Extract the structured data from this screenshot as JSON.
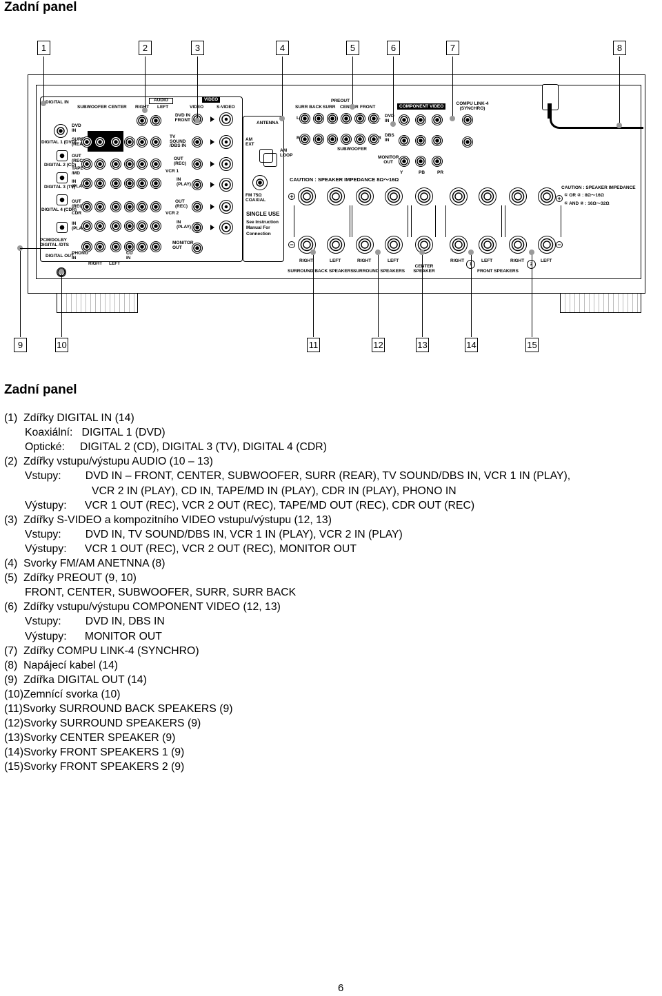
{
  "page_title": "Zadní panel",
  "section_title": "Zadní panel",
  "page_number": "6",
  "callouts_top": [
    "1",
    "2",
    "3",
    "4",
    "5",
    "6",
    "7",
    "8"
  ],
  "callouts_bottom": [
    "9",
    "10",
    "11",
    "12",
    "13",
    "14",
    "15"
  ],
  "panel": {
    "digital_in": "DIGITAL IN",
    "digital_1": "DIGITAL 1 (DVD)",
    "digital_2": "DIGITAL 2 (CD)",
    "digital_3": "DIGITAL 3 (TV)",
    "digital_4": "DIGITAL 4 (CDR)",
    "pcm": "PCM/DOLBY DIGITAL /DTS",
    "digital_out": "DIGITAL OUT",
    "subwoofer": "SUBWOOFER",
    "center": "CENTER",
    "audio": "AUDIO",
    "right": "RIGHT",
    "left": "LEFT",
    "video_tag": "VIDEO",
    "video": "VIDEO",
    "s_video": "S-VIDEO",
    "dvd_in": "DVD IN",
    "surr_rear": "SURR (REAR)",
    "out_rec": "OUT (REC)",
    "tape_md": "TAPE /MD",
    "in_play": "IN (PLAY)",
    "cdr": "CDR",
    "phono_in": "PHONO IN",
    "cd_in": "CD IN",
    "dvd_in_front": "DVD IN FRONT",
    "tv_sound": "TV SOUND /DBS IN",
    "vcr1": "VCR 1",
    "vcr2": "VCR 2",
    "monitor_out": "MONITOR OUT",
    "antenna": "ANTENNA",
    "am_ext": "AM EXT",
    "am_loop": "AM LOOP",
    "fm": "FM 75Ω COAXIAL",
    "single_use": "SINGLE USE",
    "see_instr": "See Instruction Manual For Connection",
    "preout": "PREOUT",
    "surr_back": "SURR BACK",
    "surr": "SURR",
    "front": "FRONT",
    "l": "L",
    "r": "R",
    "component_video": "COMPONENT VIDEO",
    "dvd_in2": "DVD IN",
    "dbs_in": "DBS IN",
    "monitor_out2": "MONITOR OUT",
    "y": "Y",
    "pb": "PB",
    "pr": "PR",
    "compu_link": "COMPU LINK-4 (SYNCHRO)",
    "caution_left": "CAUTION : SPEAKER IMPEDANCE 8Ω～16Ω",
    "caution_right": "CAUTION : SPEAKER IMPEDANCE",
    "caution_right_1": "① OR ② : 8Ω～16Ω",
    "caution_right_2": "① AND ② : 16Ω～32Ω",
    "surround_back_speakers": "SURROUND BACK SPEAKERS",
    "surround_speakers": "SURROUND SPEAKERS",
    "center_speaker": "CENTER SPEAKER",
    "front_speakers": "FRONT SPEAKERS",
    "circ1": "1",
    "circ2": "2"
  },
  "items": [
    {
      "text": "(1)  Zdířky DIGITAL IN (14)",
      "indent": 0
    },
    {
      "text": "Koaxiální:   DIGITAL 1 (DVD)",
      "indent": 30
    },
    {
      "text": "Optické:     DIGITAL 2 (CD), DIGITAL 3 (TV), DIGITAL 4 (CDR)",
      "indent": 30
    },
    {
      "text": "(2)  Zdířky vstupu/výstupu AUDIO (10 – 13)",
      "indent": 0
    },
    {
      "text": "Vstupy:        DVD IN – FRONT, CENTER, SUBWOOFER, SURR (REAR), TV SOUND/DBS IN, VCR 1 IN (PLAY),",
      "indent": 30
    },
    {
      "text": "VCR 2 IN (PLAY), CD IN, TAPE/MD IN (PLAY), CDR IN (PLAY), PHONO IN",
      "indent": 127
    },
    {
      "text": "Výstupy:      VCR 1 OUT (REC), VCR 2 OUT (REC), TAPE/MD OUT (REC), CDR OUT (REC)",
      "indent": 30
    },
    {
      "text": "(3)  Zdířky S-VIDEO a kompozitního VIDEO vstupu/výstupu (12, 13)",
      "indent": 0
    },
    {
      "text": "Vstupy:        DVD IN, TV SOUND/DBS IN, VCR 1 IN (PLAY), VCR 2 IN (PLAY)",
      "indent": 30
    },
    {
      "text": "Výstupy:      VCR 1 OUT (REC), VCR 2 OUT (REC), MONITOR OUT",
      "indent": 30
    },
    {
      "text": "(4)  Svorky FM/AM ANETNNA (8)",
      "indent": 0
    },
    {
      "text": "(5)  Zdířky PREOUT (9, 10)",
      "indent": 0
    },
    {
      "text": "FRONT, CENTER, SUBWOOFER, SURR, SURR BACK",
      "indent": 30
    },
    {
      "text": "(6)  Zdířky vstupu/výstupu COMPONENT VIDEO (12, 13)",
      "indent": 0
    },
    {
      "text": "Vstupy:        DVD IN, DBS IN",
      "indent": 30
    },
    {
      "text": "Výstupy:      MONITOR OUT",
      "indent": 30
    },
    {
      "text": "(7)  Zdířky COMPU LINK-4 (SYNCHRO)",
      "indent": 0
    },
    {
      "text": "(8)  Napájecí kabel (14)",
      "indent": 0
    },
    {
      "text": "(9)  Zdířka DIGITAL OUT (14)",
      "indent": 0
    },
    {
      "text": "(10)Zemnící svorka (10)",
      "indent": 0
    },
    {
      "text": "(11)Svorky SURROUND BACK SPEAKERS (9)",
      "indent": 0
    },
    {
      "text": "(12)Svorky SURROUND SPEAKERS (9)",
      "indent": 0
    },
    {
      "text": "(13)Svorky CENTER SPEAKER (9)",
      "indent": 0
    },
    {
      "text": "(14)Svorky FRONT SPEAKERS 1 (9)",
      "indent": 0
    },
    {
      "text": "(15)Svorky FRONT SPEAKERS 2 (9)",
      "indent": 0
    }
  ]
}
